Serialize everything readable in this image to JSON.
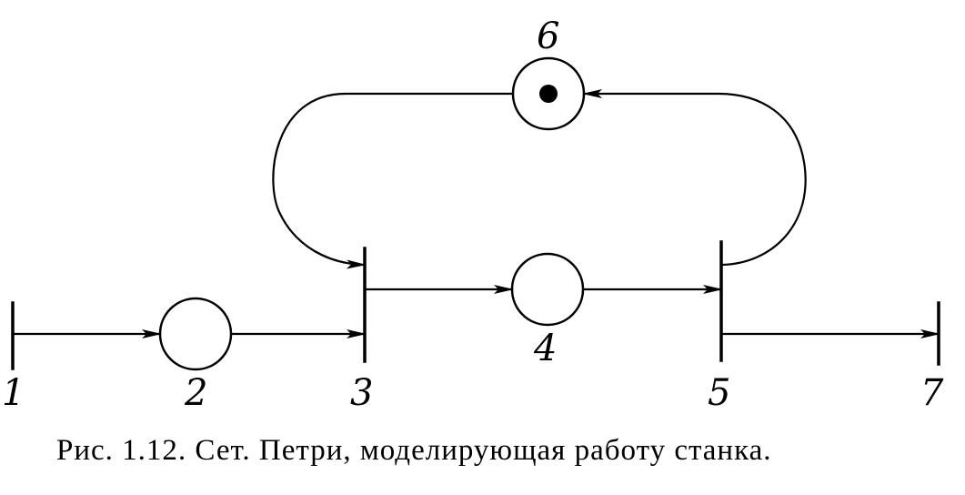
{
  "figure": {
    "caption": "Рис. 1.12. Сет. Петри, моделирующая работу станка.",
    "places": [
      {
        "id": "2",
        "label": "2",
        "tokens": 0
      },
      {
        "id": "4",
        "label": "4",
        "tokens": 0
      },
      {
        "id": "6",
        "label": "6",
        "tokens": 1
      }
    ],
    "transitions": [
      {
        "id": "1",
        "label": "1"
      },
      {
        "id": "3",
        "label": "3"
      },
      {
        "id": "5",
        "label": "5"
      },
      {
        "id": "7",
        "label": "7"
      }
    ],
    "arcs": [
      {
        "from": "1",
        "to": "2"
      },
      {
        "from": "2",
        "to": "3"
      },
      {
        "from": "3",
        "to": "4"
      },
      {
        "from": "4",
        "to": "5"
      },
      {
        "from": "5",
        "to": "7"
      },
      {
        "from": "6",
        "to": "3"
      },
      {
        "from": "5",
        "to": "6"
      }
    ],
    "colors": {
      "ink": "#000000",
      "paper": "#ffffff"
    }
  }
}
